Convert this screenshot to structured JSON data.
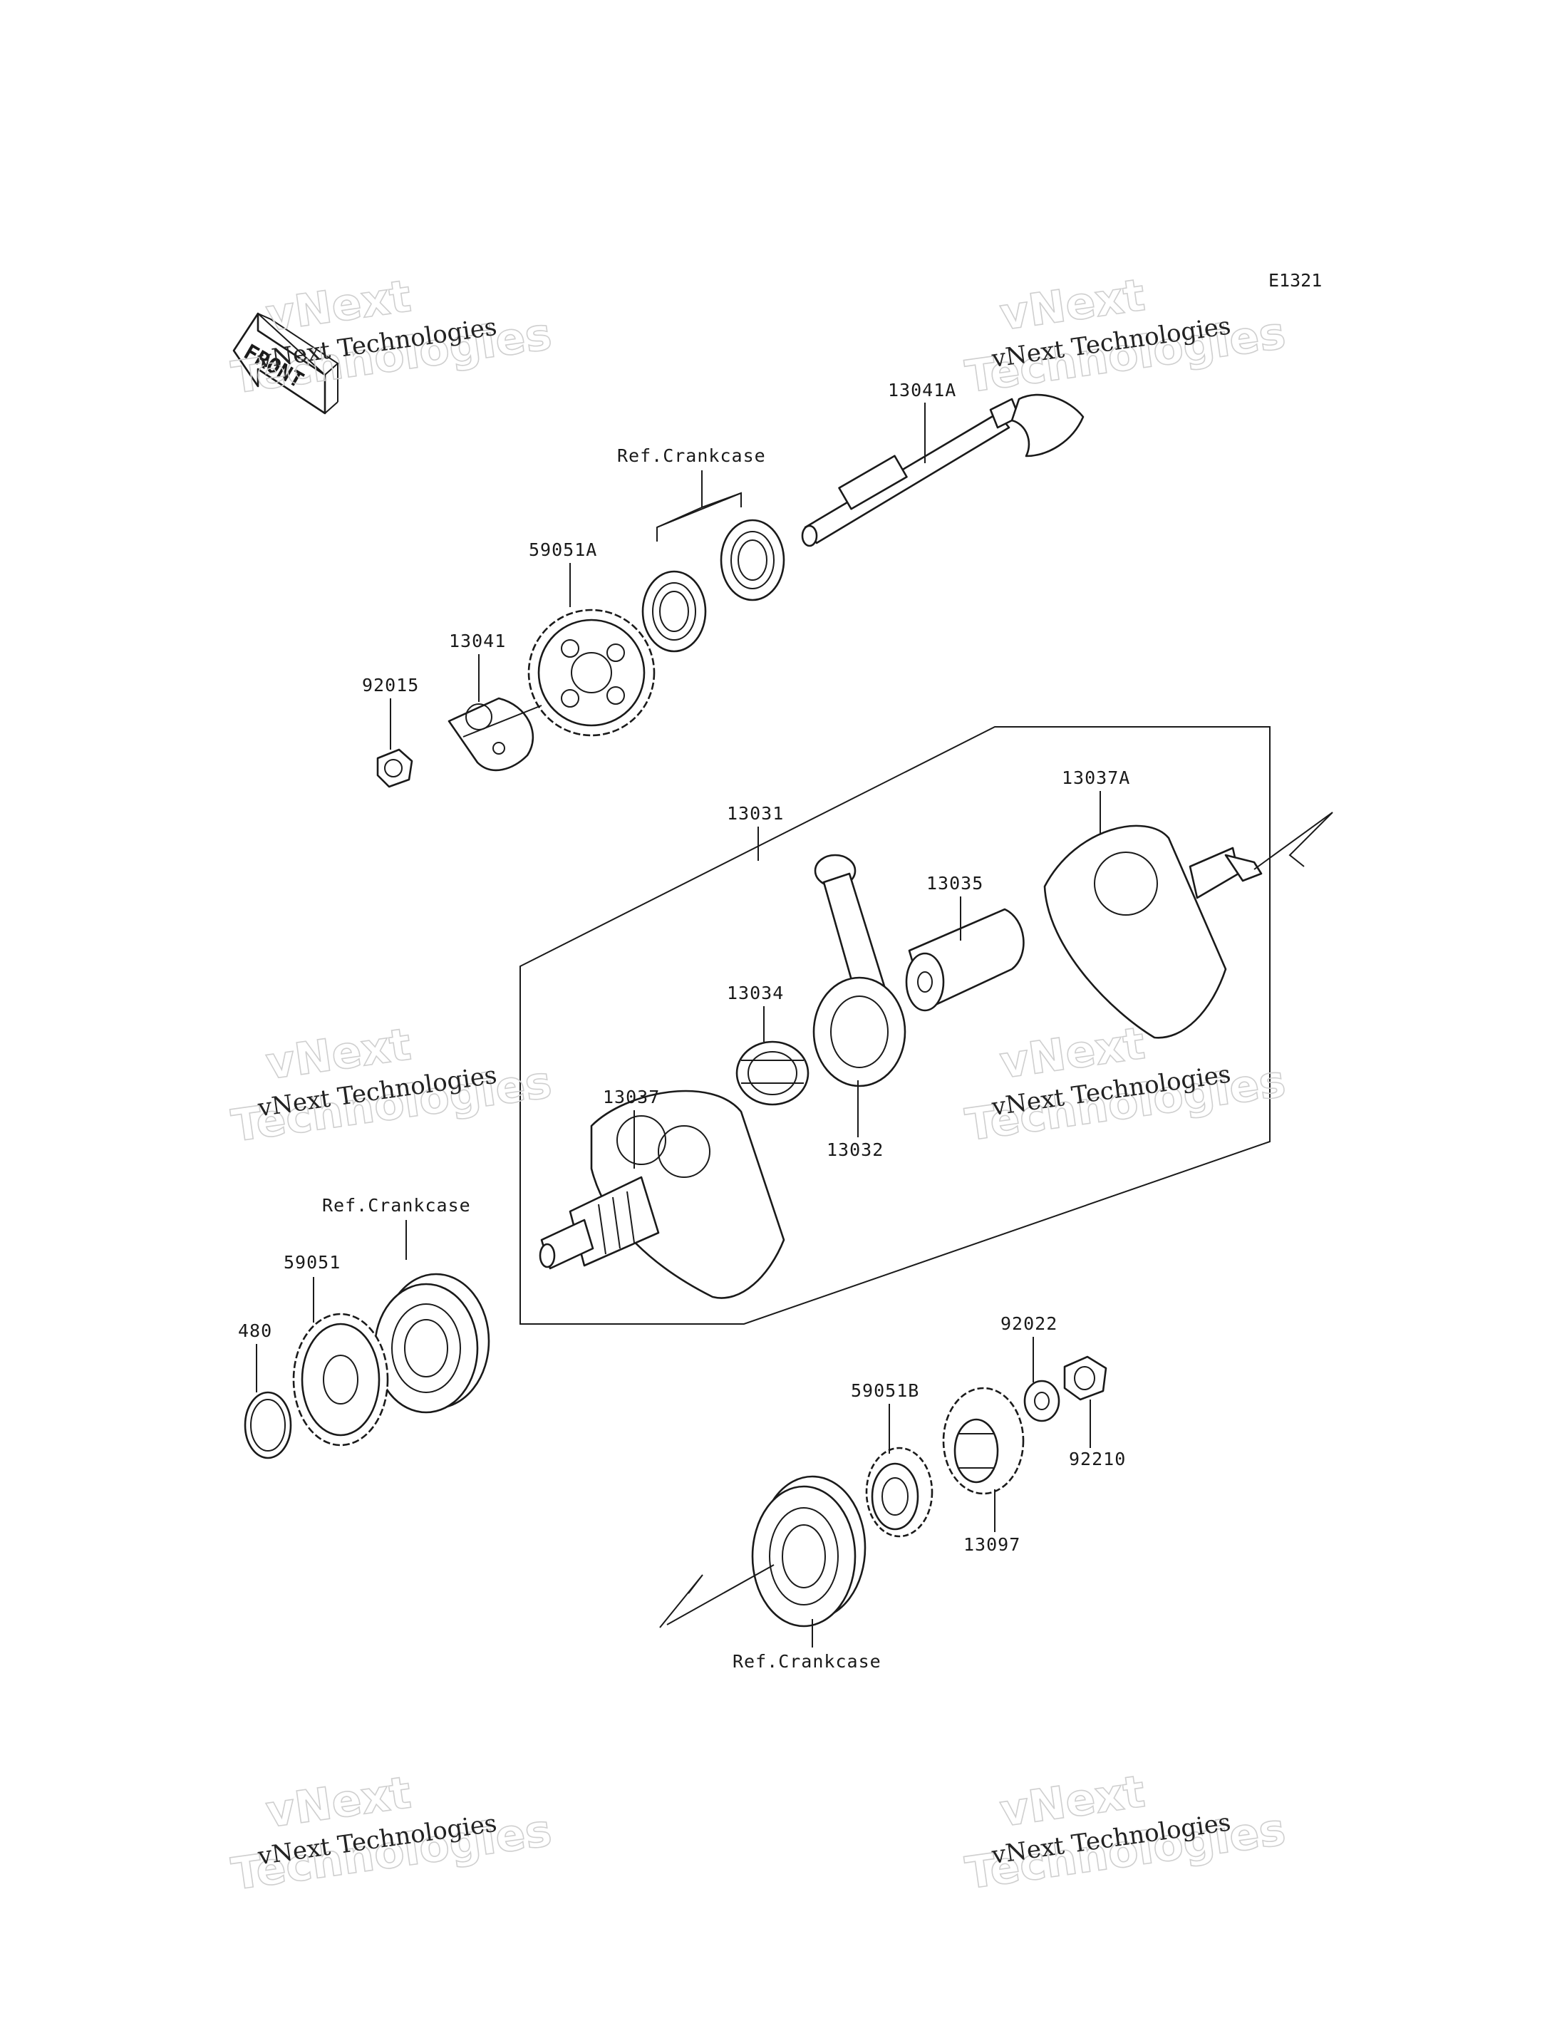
{
  "diagram_code": "E1321",
  "front_label": "FRONT",
  "watermark": {
    "line1": "vNext Technologies",
    "line2": "vNext",
    "line3": "Technologies"
  },
  "labels": {
    "p13041A": "13041A",
    "ref_crankcase_top": "Ref.Crankcase",
    "p59051A": "59051A",
    "p13041": "13041",
    "p92015": "92015",
    "p13031": "13031",
    "p13037A": "13037A",
    "p13035": "13035",
    "p13034": "13034",
    "p13037": "13037",
    "p13032": "13032",
    "ref_crankcase_left": "Ref.Crankcase",
    "p59051": "59051",
    "p480": "480",
    "p92022": "92022",
    "p59051B": "59051B",
    "p92210": "92210",
    "p13097": "13097",
    "ref_crankcase_bottom": "Ref.Crankcase"
  }
}
